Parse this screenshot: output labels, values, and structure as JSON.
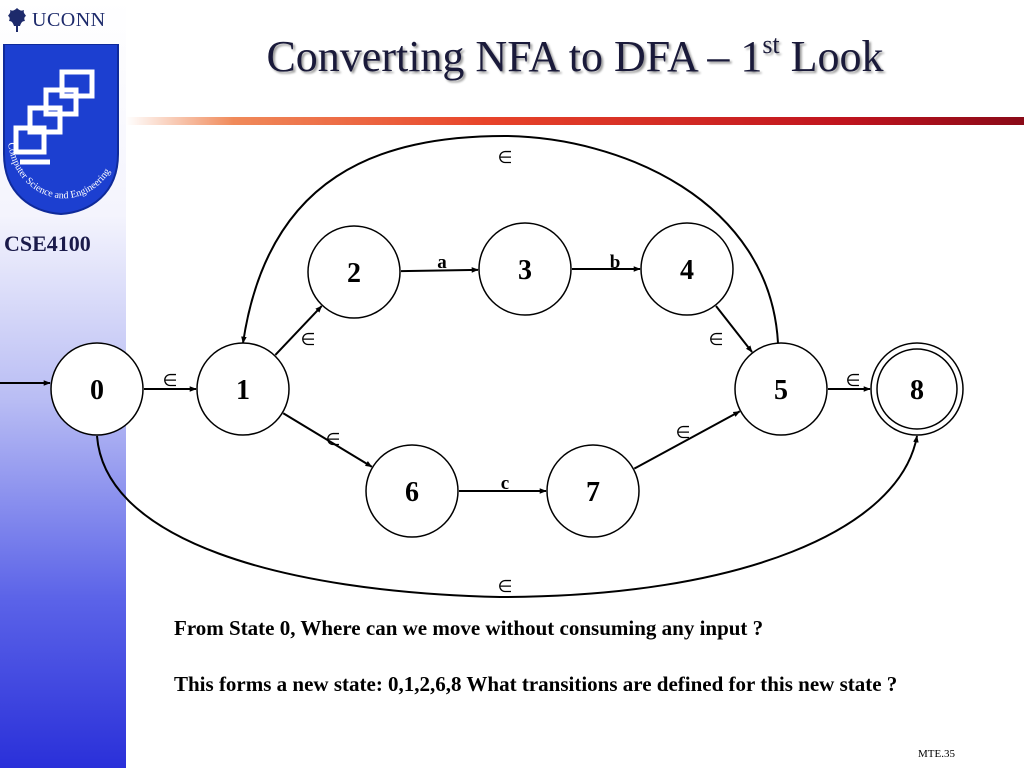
{
  "branding": {
    "university": "UCONN",
    "department_seal": "Computer Science and Engineering",
    "course": "CSE4100"
  },
  "slide": {
    "title_main": "Converting NFA to DFA – 1",
    "title_sup": "st",
    "title_tail": " Look",
    "question_1": "From State 0, Where can we move without consuming any input ?",
    "question_2": "This forms a new state: 0,1,2,6,8    What transitions are defined for this new state ?",
    "slide_number": "MTE.35"
  },
  "nfa": {
    "states": [
      {
        "id": "0",
        "label": "0",
        "start": true,
        "accepting": false
      },
      {
        "id": "1",
        "label": "1",
        "start": false,
        "accepting": false
      },
      {
        "id": "2",
        "label": "2",
        "start": false,
        "accepting": false
      },
      {
        "id": "3",
        "label": "3",
        "start": false,
        "accepting": false
      },
      {
        "id": "4",
        "label": "4",
        "start": false,
        "accepting": false
      },
      {
        "id": "5",
        "label": "5",
        "start": false,
        "accepting": false
      },
      {
        "id": "6",
        "label": "6",
        "start": false,
        "accepting": false
      },
      {
        "id": "7",
        "label": "7",
        "start": false,
        "accepting": false
      },
      {
        "id": "8",
        "label": "8",
        "start": false,
        "accepting": true
      }
    ],
    "transitions": [
      {
        "from": "0",
        "to": "1",
        "label": "∈"
      },
      {
        "from": "1",
        "to": "2",
        "label": "∈"
      },
      {
        "from": "2",
        "to": "3",
        "label": "a"
      },
      {
        "from": "3",
        "to": "4",
        "label": "b"
      },
      {
        "from": "4",
        "to": "5",
        "label": "∈"
      },
      {
        "from": "1",
        "to": "6",
        "label": "∈"
      },
      {
        "from": "6",
        "to": "7",
        "label": "c"
      },
      {
        "from": "7",
        "to": "5",
        "label": "∈"
      },
      {
        "from": "5",
        "to": "8",
        "label": "∈"
      },
      {
        "from": "5",
        "to": "1",
        "label": "∈"
      },
      {
        "from": "0",
        "to": "8",
        "label": "∈"
      }
    ]
  }
}
